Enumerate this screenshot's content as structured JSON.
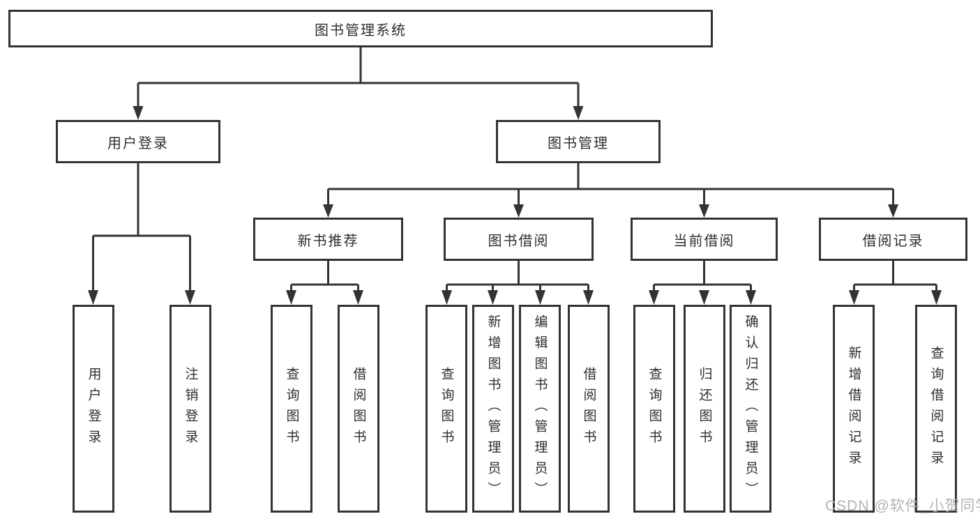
{
  "diagram": {
    "root": {
      "label": "图书管理系统"
    },
    "branches": [
      {
        "label": "用户登录",
        "children": [
          {
            "label": "用户登录"
          },
          {
            "label": "注销登录"
          }
        ]
      },
      {
        "label": "图书管理",
        "children": [
          {
            "label": "新书推荐",
            "children": [
              {
                "label": "查询图书"
              },
              {
                "label": "借阅图书"
              }
            ]
          },
          {
            "label": "图书借阅",
            "children": [
              {
                "label": "查询图书"
              },
              {
                "label": "新增图书（管理员）"
              },
              {
                "label": "编辑图书（管理员）"
              },
              {
                "label": "借阅图书"
              }
            ]
          },
          {
            "label": "当前借阅",
            "children": [
              {
                "label": "查询图书"
              },
              {
                "label": "归还图书"
              },
              {
                "label": "确认归还（管理员）"
              }
            ]
          },
          {
            "label": "借阅记录",
            "children": [
              {
                "label": "新增借阅记录"
              },
              {
                "label": "查询借阅记录"
              }
            ]
          }
        ]
      }
    ]
  },
  "watermark": {
    "text": "CSDN @软件_小贺同学"
  },
  "colors": {
    "line": "#333333",
    "text": "#2e2e2e",
    "watermark": "#b3b3b3",
    "background": "#ffffff"
  }
}
